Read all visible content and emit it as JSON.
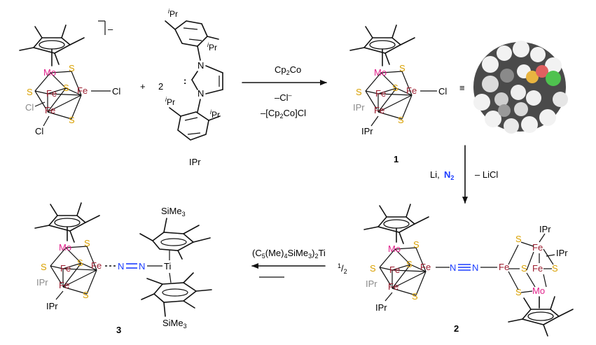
{
  "colors": {
    "mo": "#e0208a",
    "fe": "#9b1c2e",
    "s": "#d9a000",
    "n": "#1a3cff",
    "bond": "#111111",
    "grey_label": "#8a8a8a"
  },
  "elements": {
    "mo": "Mo",
    "fe": "Fe",
    "s": "S",
    "cl": "Cl",
    "n": "N",
    "ti": "Ti",
    "ipr": "IPr",
    "sime3": "SiMe3",
    "ipr_sub": "iPr",
    "charge_minus": "–",
    "lone_pair": ":"
  },
  "top_reaction": {
    "plus": "+",
    "equivalents": "2",
    "ligand_label": "IPr",
    "reagent": "Cp2Co",
    "byproduct_1": "–Cl⁻",
    "byproduct_2": "–[Cp2Co]Cl",
    "equiv_symbol": "≡",
    "product_label": "1"
  },
  "down_reaction": {
    "reagent_li": "Li, ",
    "reagent_n2": "N2",
    "byproduct": "– LiCl",
    "product_label": "2"
  },
  "left_reaction": {
    "reagent": "(C5(Me)4SiMe3)2Ti",
    "fraction": "1/2",
    "product_label": "3"
  }
}
